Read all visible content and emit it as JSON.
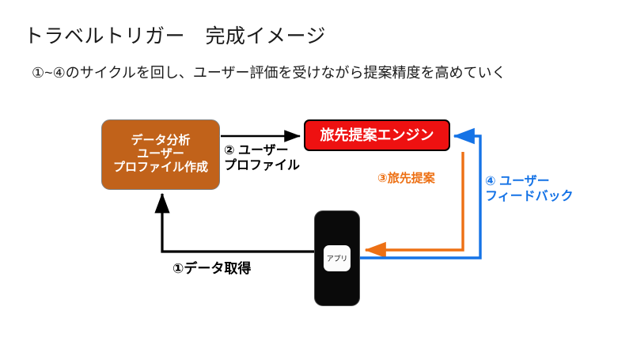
{
  "slide": {
    "title": "トラベルトリガー　完成イメージ",
    "subtitle": "①~④のサイクルを回し、ユーザー評価を受けながら提案精度を高めていく"
  },
  "diagram": {
    "nodes": {
      "analysis_box": {
        "text": "データ分析\nユーザー\nプロファイル作成",
        "fill_color": "#C1621A",
        "border_color": "#7F7F7F",
        "text_color": "#FFFFFF"
      },
      "engine_box": {
        "text": "旅先提案エンジン",
        "fill_color": "#EE1111",
        "border_color": "#000000",
        "text_color": "#FFFFFF"
      },
      "phone": {
        "app_icon_label": "アプリ",
        "body_color": "#0A0A0A",
        "icon_color": "#FCFCFC"
      }
    },
    "edges": [
      {
        "id": "edge-1",
        "label": "①データ取得",
        "color": "#000000",
        "from": "phone",
        "to": "analysis_box"
      },
      {
        "id": "edge-2",
        "label": "② ユーザー\nプロファイル",
        "color": "#000000",
        "from": "analysis_box",
        "to": "engine_box"
      },
      {
        "id": "edge-3",
        "label": "③旅先提案",
        "color": "#ED7014",
        "from": "engine_box",
        "to": "phone"
      },
      {
        "id": "edge-4",
        "label": "④ ユーザー\nフィードバック",
        "color": "#1573E6",
        "from": "phone",
        "to": "engine_box"
      }
    ]
  }
}
